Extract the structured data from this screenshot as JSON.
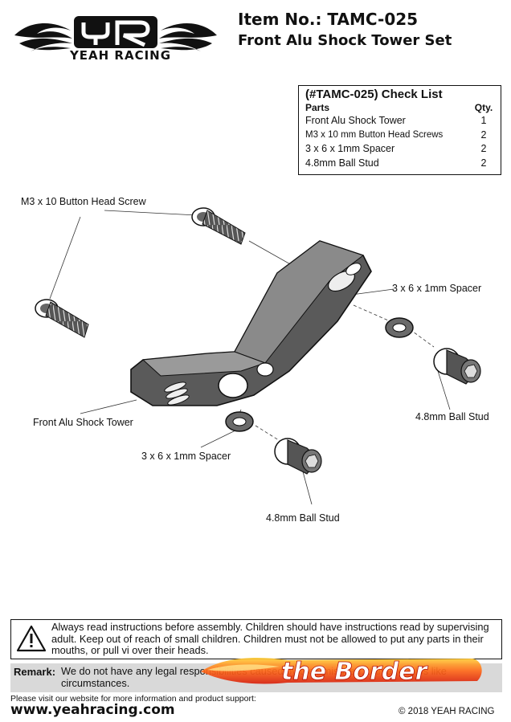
{
  "header": {
    "logo_text": "YEAH RACING",
    "item_no": "Item No.: TAMC-025",
    "product_name": "Front Alu Shock Tower Set"
  },
  "checklist": {
    "title": "(#TAMC-025) Check List",
    "col_parts": "Parts",
    "col_qty": "Qty.",
    "rows": [
      {
        "part": "Front Alu Shock Tower",
        "qty": "1"
      },
      {
        "part": "M3 x 10 mm Button Head Screws",
        "qty": "2"
      },
      {
        "part": "3 x 6 x 1mm Spacer",
        "qty": "2"
      },
      {
        "part": "4.8mm Ball Stud",
        "qty": "2"
      }
    ]
  },
  "callouts": {
    "screw": "M3 x 10 Button Head Screw",
    "spacer_right": "3 x 6 x 1mm Spacer",
    "ball_stud_right": "4.8mm Ball Stud",
    "tower": "Front Alu Shock Tower",
    "spacer_bottom": "3 x 6 x 1mm Spacer",
    "ball_stud_bottom": "4.8mm Ball Stud"
  },
  "warning": {
    "icon": "warning-triangle-icon",
    "text": "Always read instructions before assembly. Children should have instructions read by supervising adult. Keep out of reach of small children. Children must not be allowed to put any parts in their mouths, or pull vi over their heads."
  },
  "remark": {
    "label": "Remark:",
    "text": "We do not have any legal responsibilities caused by their misused, damaged, los like circumstances."
  },
  "footer": {
    "visit_text": "Please visit our website for more information and product support:",
    "website": "www.yeahracing.com",
    "copyright": "© 2018 YEAH RACING"
  },
  "watermark": {
    "text": "the Border"
  }
}
